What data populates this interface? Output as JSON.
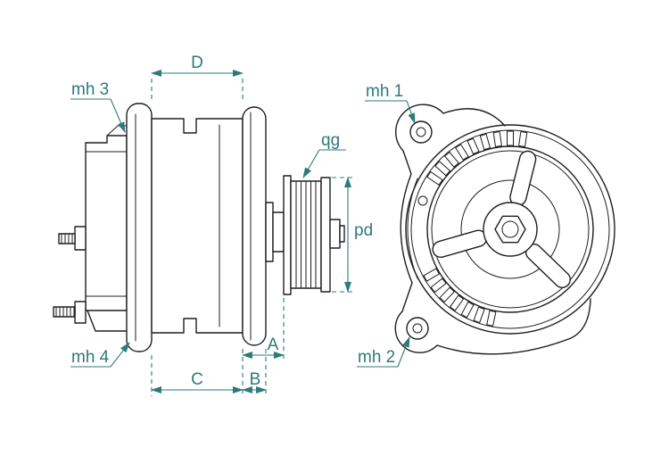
{
  "drawing": {
    "labels": {
      "mh1": "mh 1",
      "mh2": "mh 2",
      "mh3": "mh 3",
      "mh4": "mh 4",
      "qg": "qg",
      "pd": "pd",
      "dim_a": "A",
      "dim_b": "B",
      "dim_c": "C",
      "dim_d": "D"
    },
    "colors": {
      "line": "#1e1e1e",
      "dimension": "#2d7a7a",
      "background": "#ffffff"
    }
  }
}
